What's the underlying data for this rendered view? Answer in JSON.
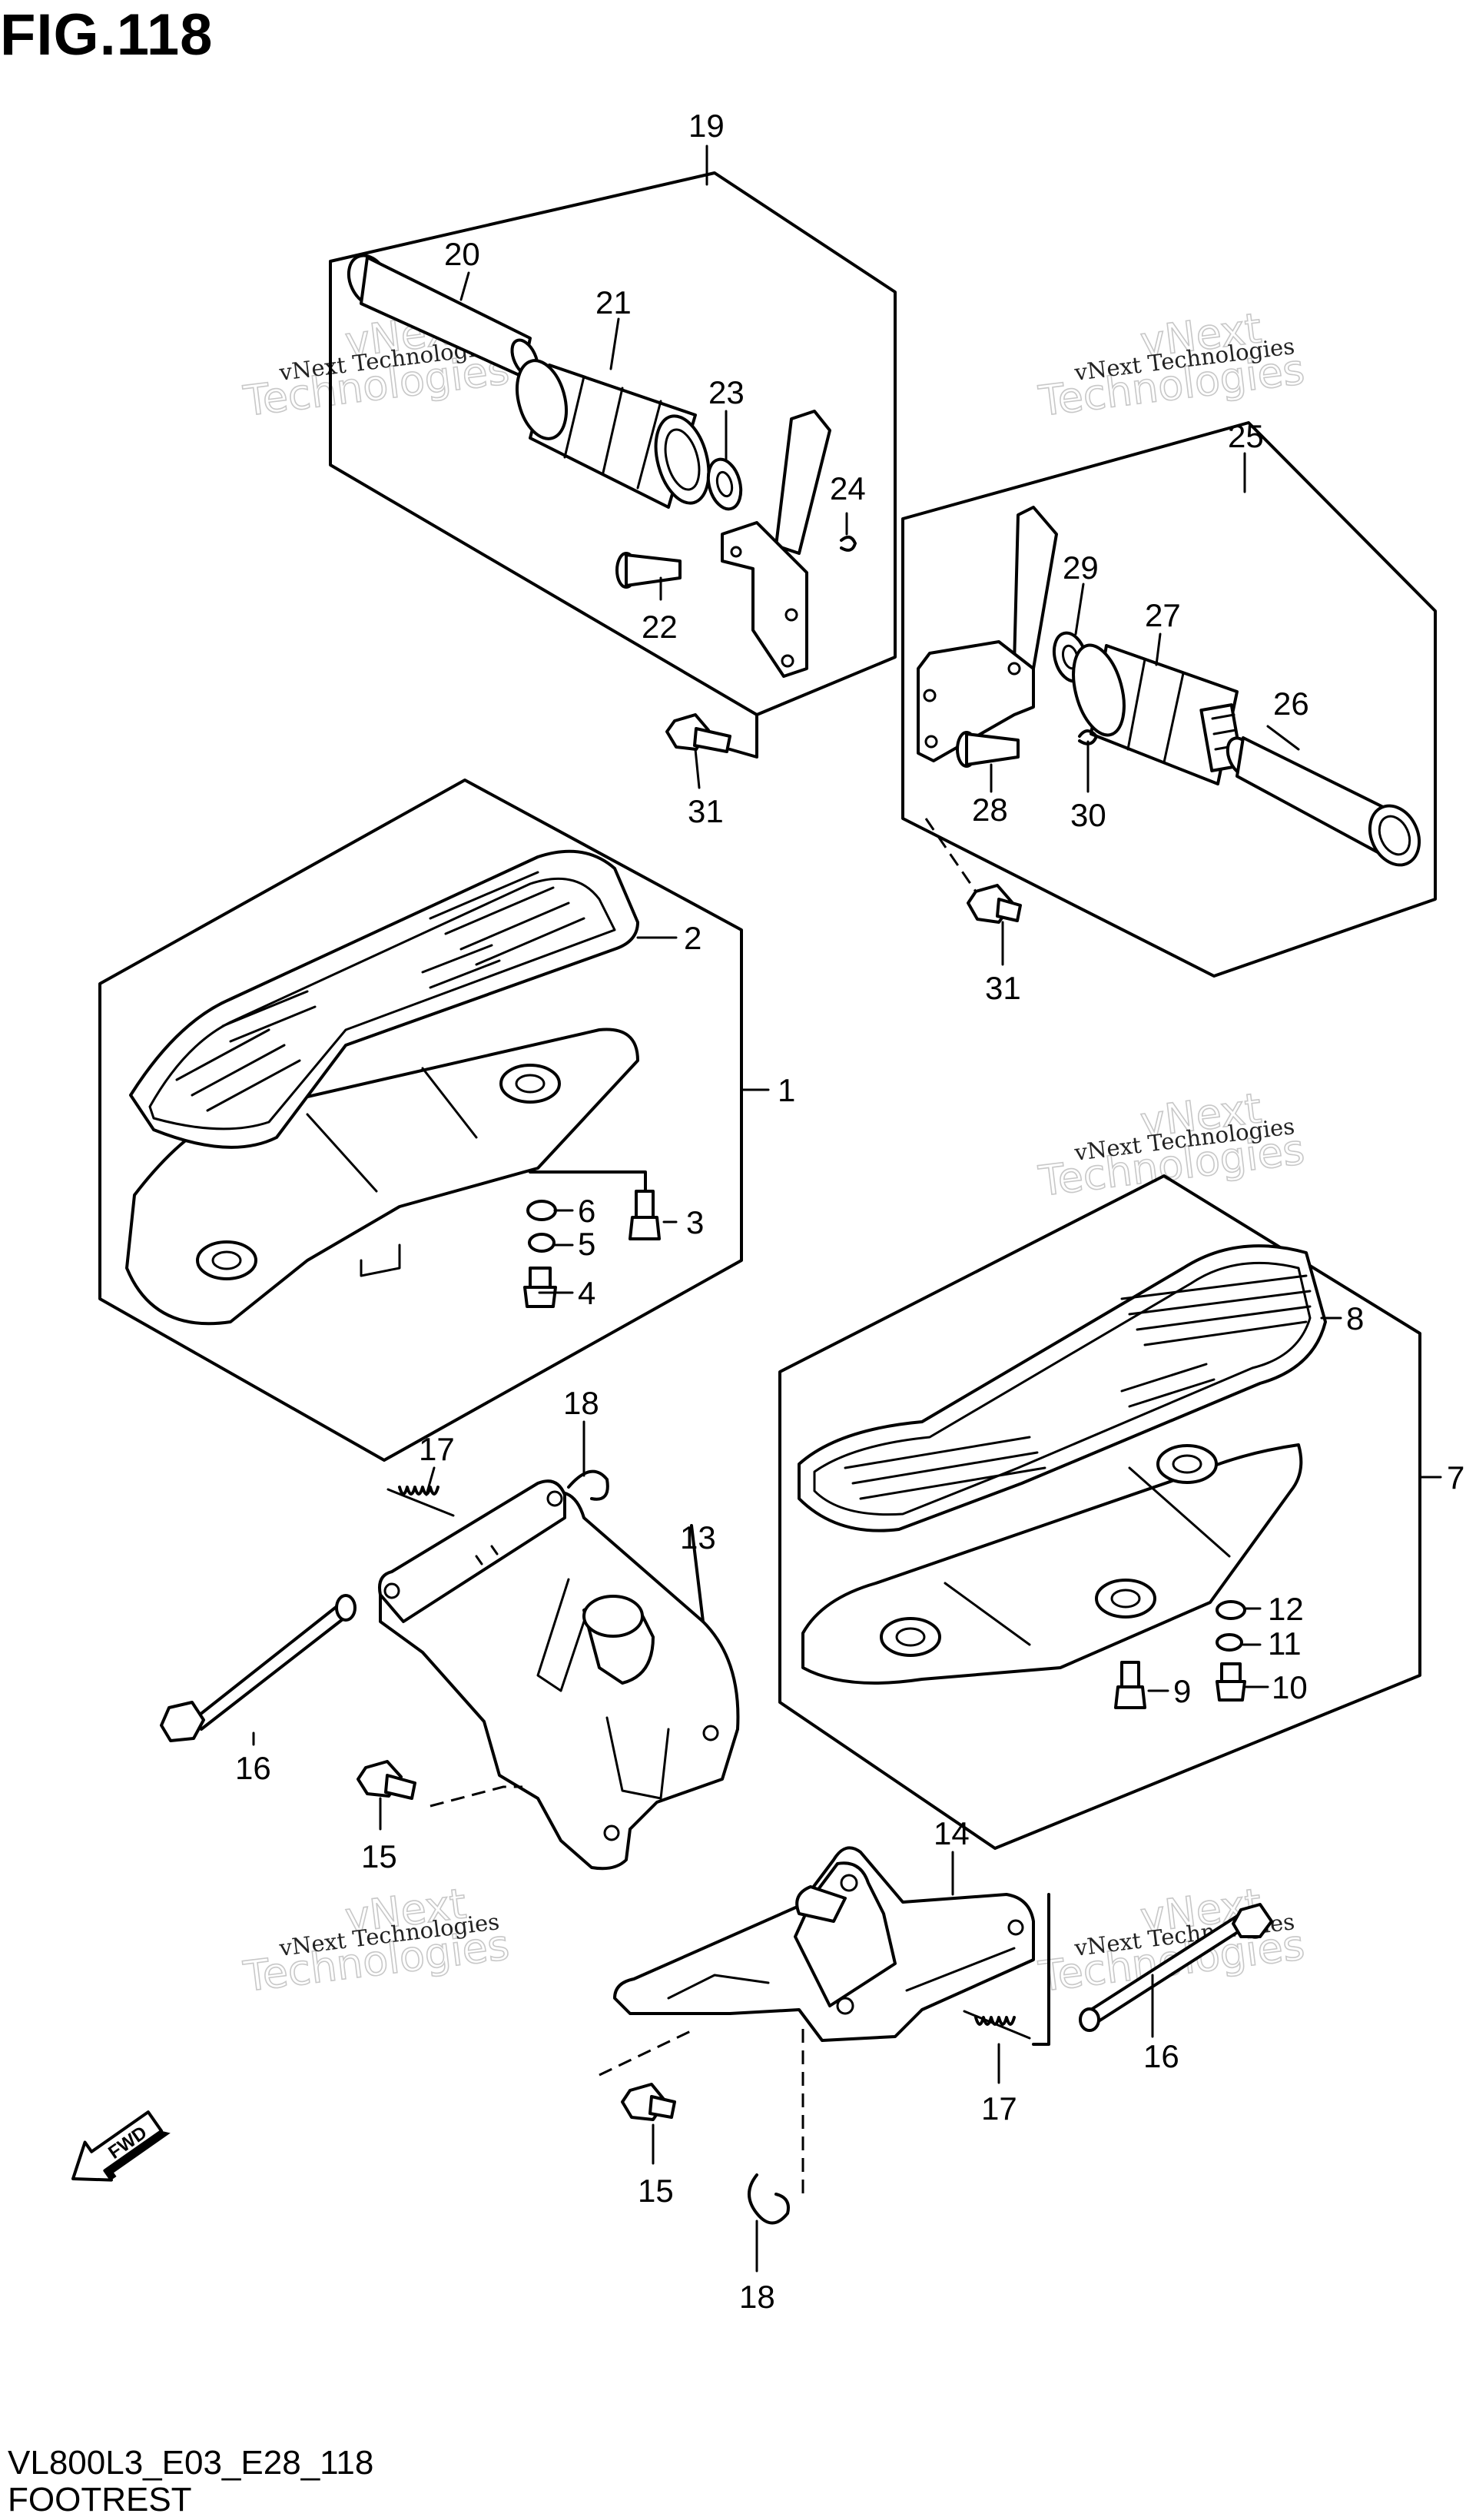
{
  "figure_title": "FIG.118",
  "model_code": "VL800L3_E03_E28_118",
  "caption": "FOOTREST",
  "watermark": {
    "line1": "vNext Technologies",
    "line2": "Technologies",
    "overlay": "vNext"
  },
  "fwd_label": "FWD",
  "callouts": {
    "c1": "1",
    "c2": "2",
    "c3": "3",
    "c4": "4",
    "c5": "5",
    "c6": "6",
    "c7": "7",
    "c8": "8",
    "c9": "9",
    "c10": "10",
    "c11": "11",
    "c12": "12",
    "c13": "13",
    "c14": "14",
    "c15a": "15",
    "c15b": "15",
    "c16a": "16",
    "c16b": "16",
    "c17a": "17",
    "c17b": "17",
    "c18a": "18",
    "c18b": "18",
    "c19": "19",
    "c20": "20",
    "c21": "21",
    "c22": "22",
    "c23": "23",
    "c24": "24",
    "c25": "25",
    "c26": "26",
    "c27": "27",
    "c28": "28",
    "c29": "29",
    "c30": "30",
    "c31a": "31",
    "c31b": "31"
  }
}
